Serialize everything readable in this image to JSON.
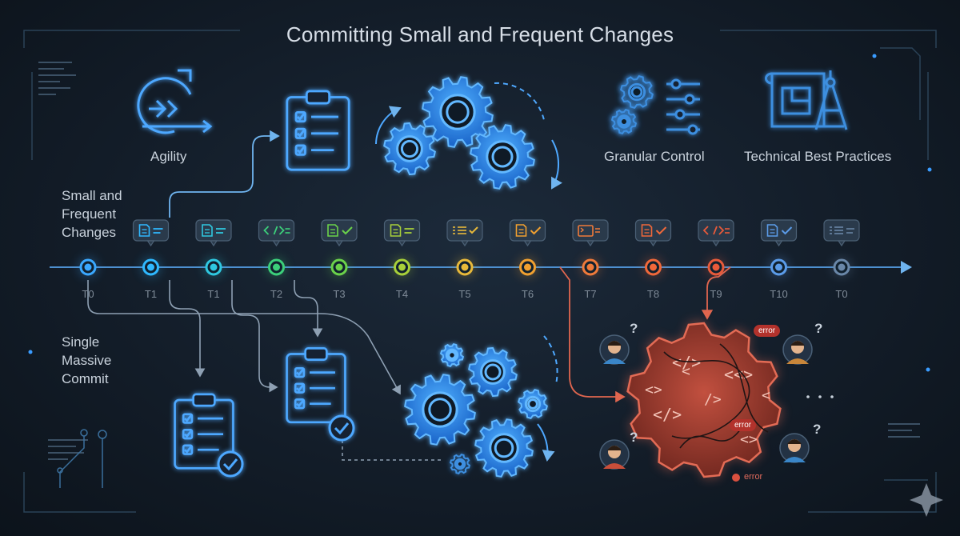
{
  "title": "Committing Small and Frequent Changes",
  "concepts": {
    "agility": "Agility",
    "granular_control": "Granular Control",
    "best_practices": "Technical Best Practices"
  },
  "lanes": {
    "small_frequent": [
      "Small and",
      "Frequent",
      "Changes"
    ],
    "single_massive": [
      "Single",
      "Massive",
      "Commit"
    ]
  },
  "timeline": {
    "ticks": [
      "T0",
      "T1",
      "T1",
      "T2",
      "T3",
      "T4",
      "T5",
      "T6",
      "T7",
      "T8",
      "T9",
      "T10",
      "T0"
    ],
    "node_colors": [
      "#3aa8ff",
      "#2fb8ff",
      "#2fc8e0",
      "#3ccf7a",
      "#6bd24a",
      "#a8d03a",
      "#e8b93a",
      "#f0a030",
      "#f07a3a",
      "#f0683a",
      "#e85a3a",
      "#5b9be8",
      "#6a87a8"
    ],
    "badge_icons": [
      "doc-lines-icon",
      "doc-lines-icon",
      "code-icon",
      "doc-check-icon",
      "doc-lines-icon",
      "list-check-icon",
      "doc-check-icon",
      "terminal-icon",
      "doc-check-icon",
      "code-icon",
      "doc-check-icon",
      "list-lines-icon"
    ]
  },
  "problem": {
    "error_labels": [
      "error",
      "error",
      "error"
    ],
    "question_mark": "?"
  },
  "colors": {
    "accent_blue": "#3a9cff",
    "error_red": "#d9503f",
    "background": "#131d29"
  }
}
